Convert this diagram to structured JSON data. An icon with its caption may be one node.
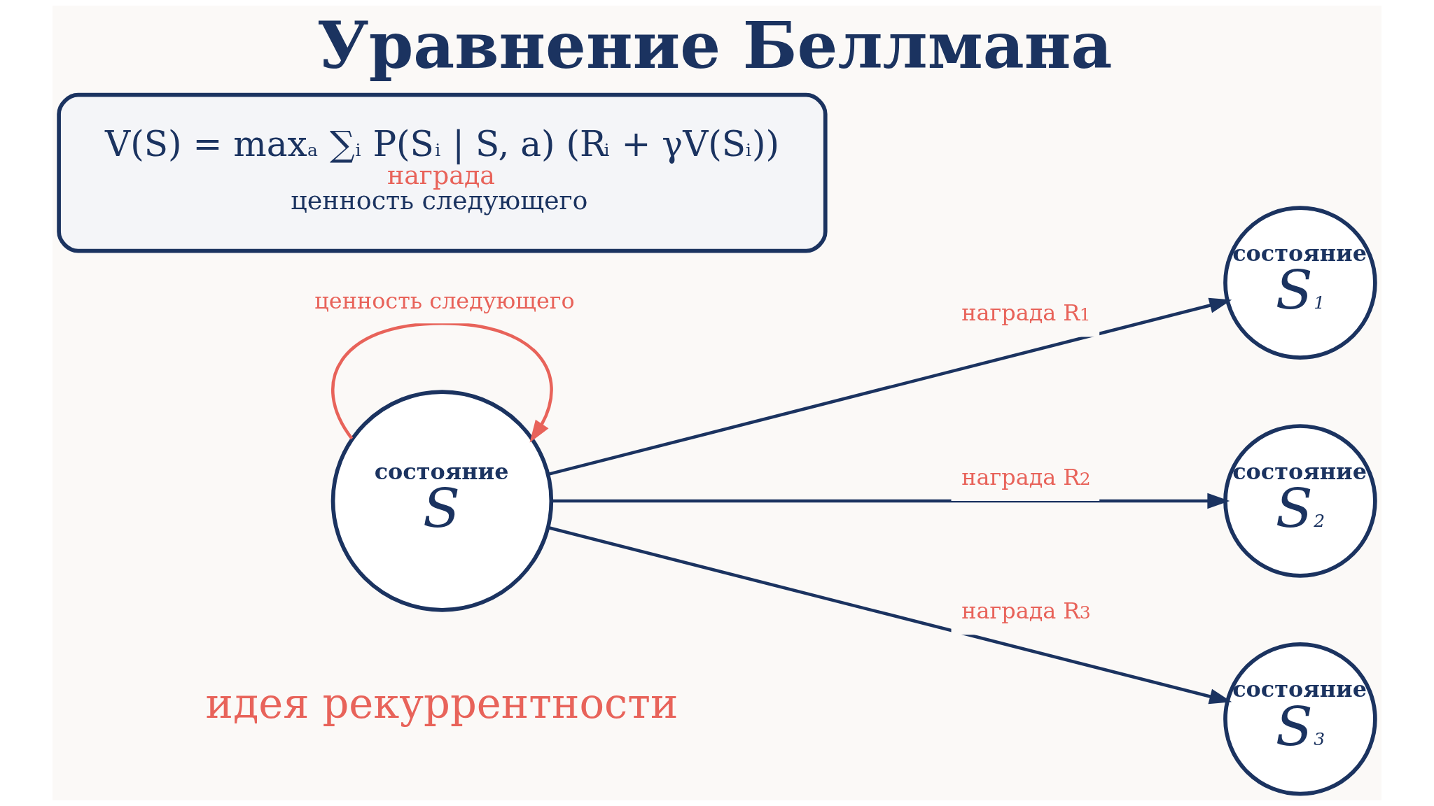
{
  "diagram": {
    "title": "Уравнение Беллмана",
    "nodes": [
      {
        "text": [
          "состояние",
          "S"
        ]
      },
      {
        "text": [
          "состояние",
          "S$_{1}$"
        ]
      },
      {
        "text": [
          "состояние",
          "S$_{2}$"
        ]
      },
      {
        "text": [
          "состояние",
          "S$_{3}$"
        ]
      },
      {
        "text": [
          "V(S) = max$_{a}$ ∑$_{i}$ P(S$_{i}$ | S, a) (R$_{i}$ + γV(S$_{i}$))",
          "награда",
          "ценность следующего"
        ]
      }
    ],
    "edges": [
      {
        "from": 0,
        "to": 0,
        "arrow": "to",
        "label": "ценность следующего",
        "color": "#e8635a"
      },
      {
        "from": 0,
        "to": 1,
        "arrow": "to",
        "label": "награда R$_{1}$"
      },
      {
        "from": 0,
        "to": 2,
        "arrow": "to",
        "label": "награда R$_{2}$"
      },
      {
        "from": 0,
        "to": 3,
        "arrow": "to",
        "label": "награда R$_{3}$"
      }
    ],
    "labels": [
      "идея рекуррентности"
    ]
  }
}
